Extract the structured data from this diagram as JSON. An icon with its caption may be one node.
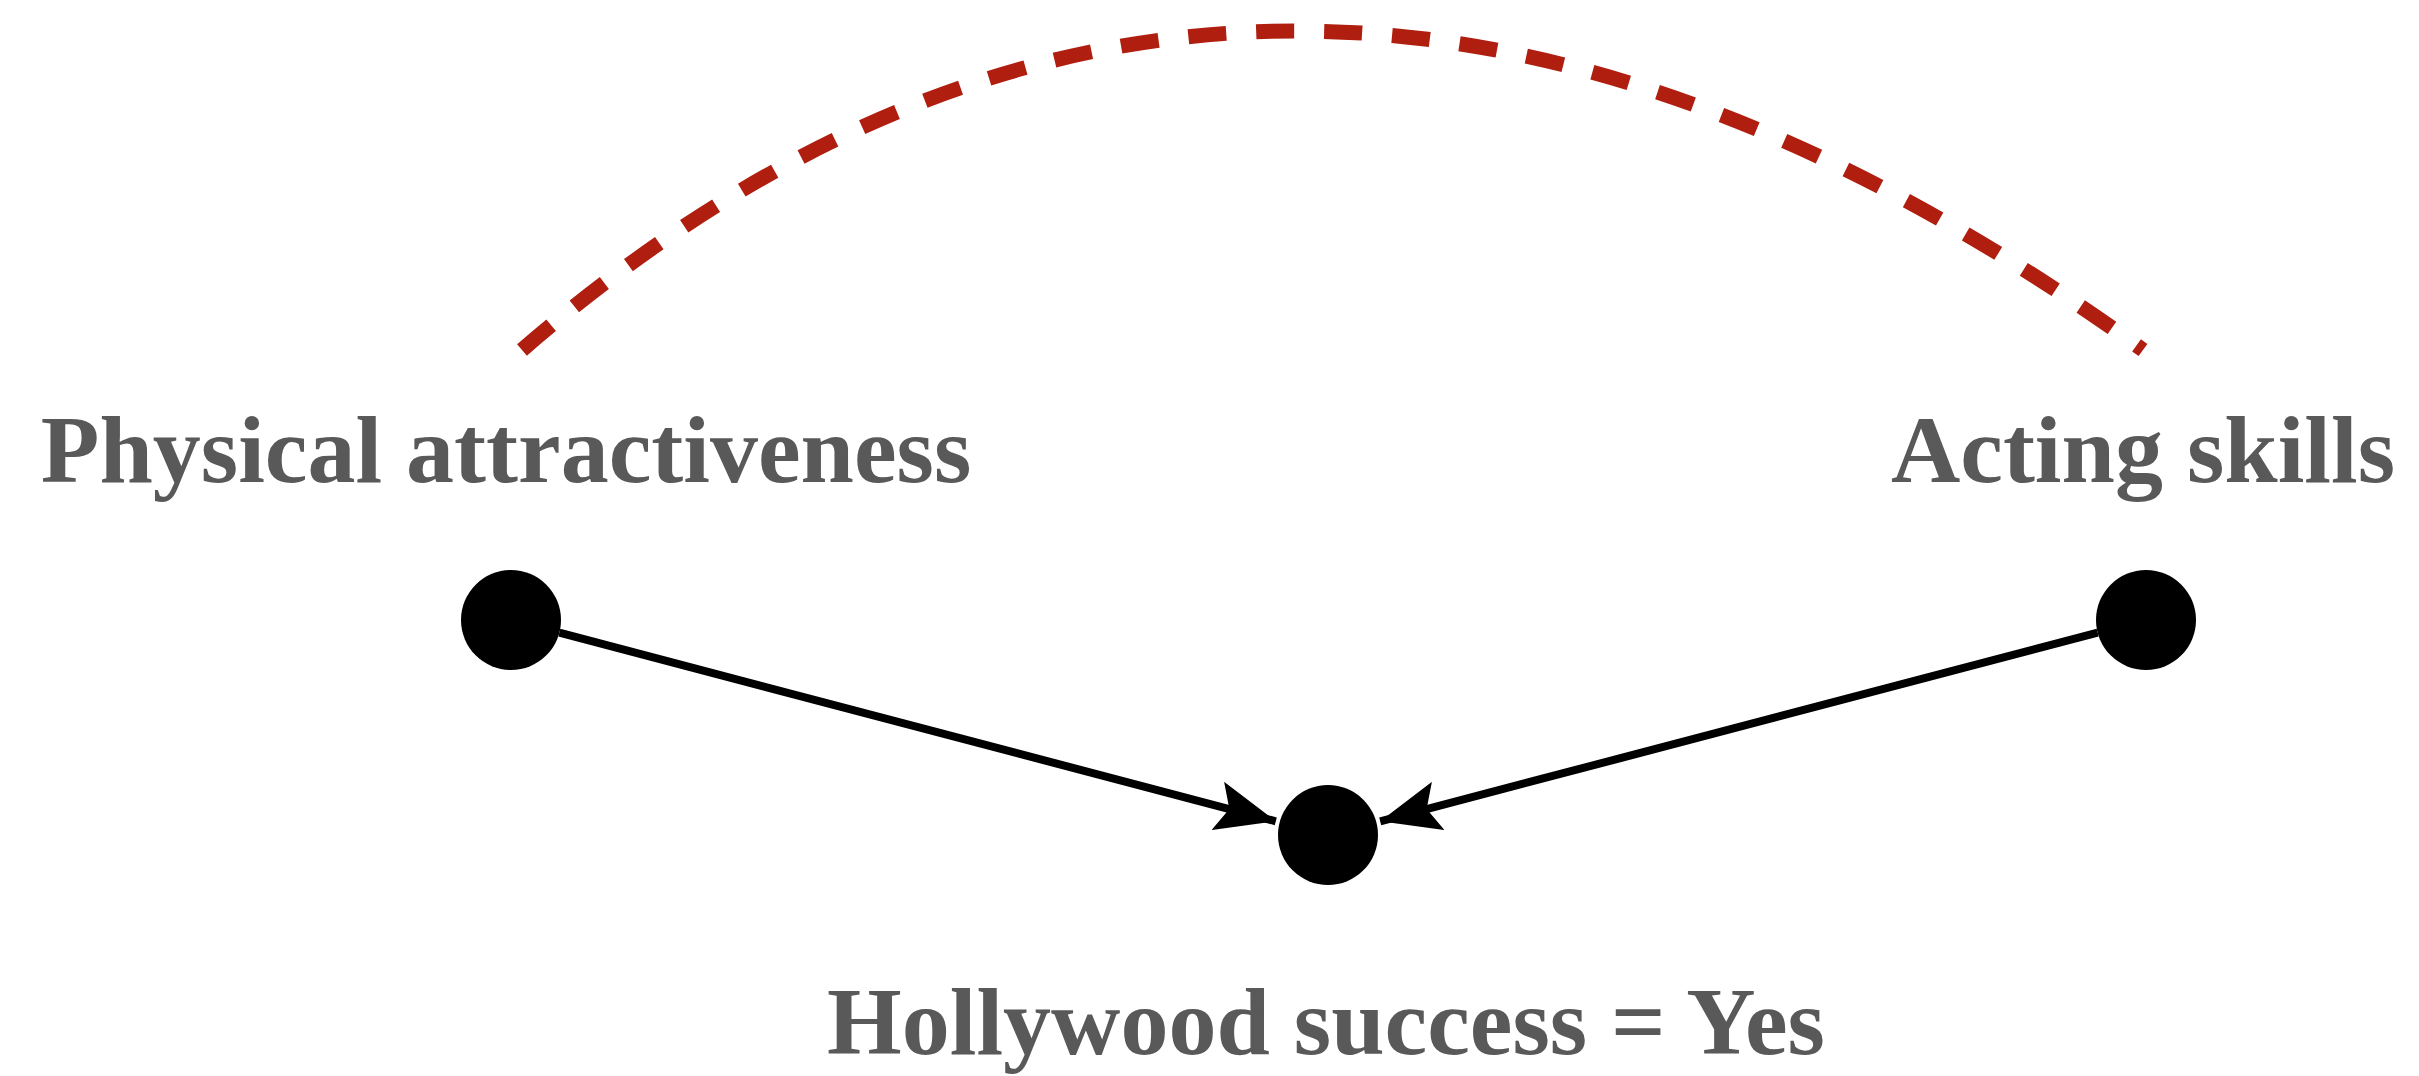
{
  "diagram": {
    "nodes": [
      {
        "text": [],
        "shape": "circle",
        "beside": [
          "Physical attractiveness"
        ]
      },
      {
        "text": [],
        "shape": "circle",
        "beside": [
          "Acting skills"
        ]
      },
      {
        "text": [],
        "shape": "circle",
        "beside": [
          "Hollywood success = Yes"
        ]
      }
    ],
    "edges": [
      {
        "from": 0,
        "to": 1,
        "arrow": "none",
        "style": "dashed",
        "color": "#b01e0f"
      },
      {
        "from": 0,
        "to": 2,
        "arrow": "to"
      },
      {
        "from": 1,
        "to": 2,
        "arrow": "to"
      }
    ]
  }
}
